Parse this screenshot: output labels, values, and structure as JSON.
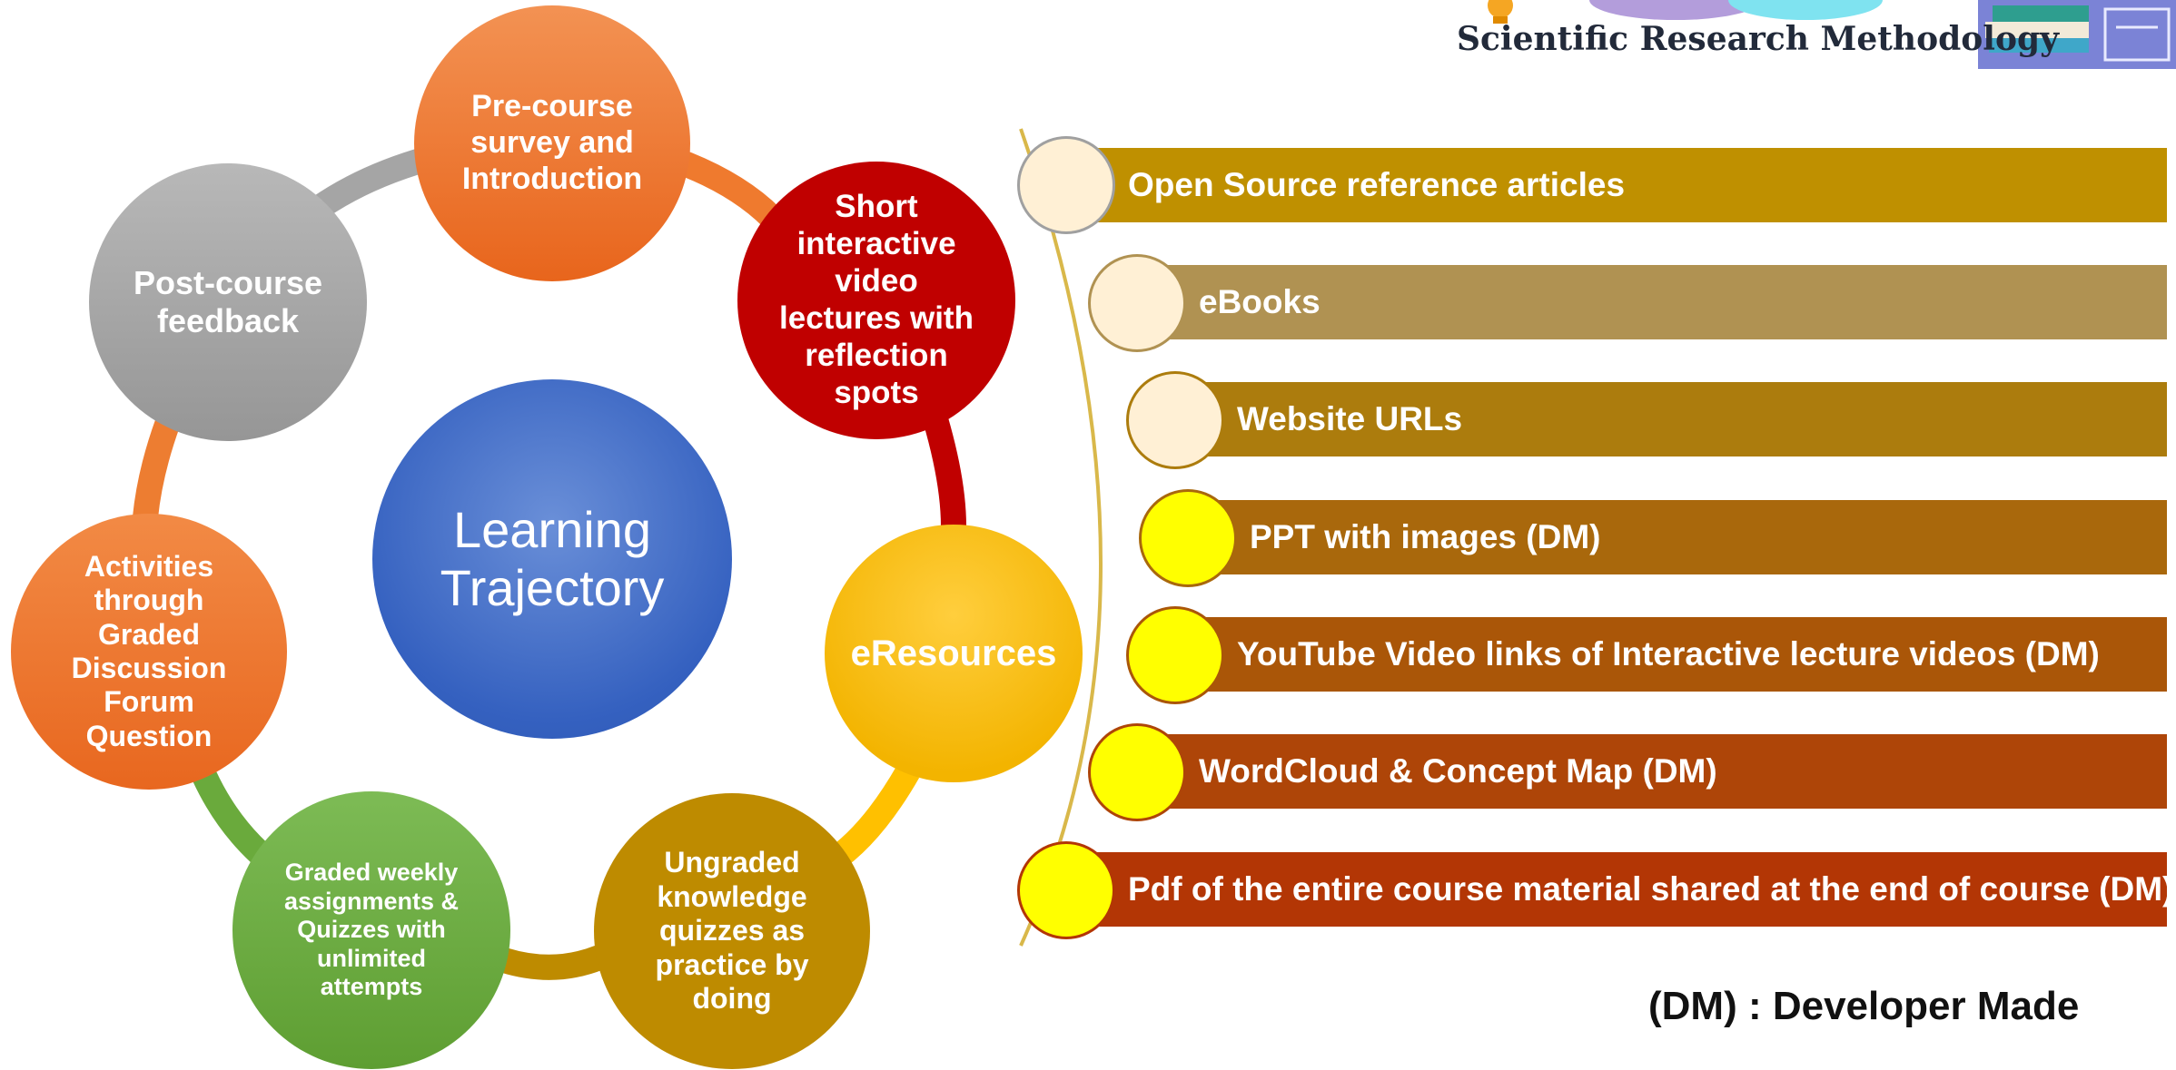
{
  "header": {
    "title": "Scientific Research Methodology"
  },
  "trajectory": {
    "center": "Learning Trajectory",
    "nodes": [
      {
        "id": "pre-course",
        "label": "Pre-course survey and Introduction",
        "color": "#EF7A2E"
      },
      {
        "id": "short-video",
        "label": "Short interactive video lectures with reflection spots",
        "color": "#C00000"
      },
      {
        "id": "eresources",
        "label": "eResources",
        "color": "#FBB90F"
      },
      {
        "id": "ungraded-quizzes",
        "label": "Ungraded knowledge quizzes as practice by doing",
        "color": "#BE8B00"
      },
      {
        "id": "graded-assignments",
        "label": "Graded weekly assignments & Quizzes  with unlimited attempts",
        "color": "#6AAA3C"
      },
      {
        "id": "activities",
        "label": "Activities through Graded Discussion Forum Question",
        "color": "#ED7D31"
      },
      {
        "id": "post-course",
        "label": "Post-course feedback",
        "color": "#A5A5A5"
      }
    ]
  },
  "eresources_list": [
    {
      "label": "Open Source reference articles",
      "bar_color": "#BF9000",
      "bullet_color": "#FFF0D5"
    },
    {
      "label": "eBooks",
      "bar_color": "#B09252",
      "bullet_color": "#FFF0D5"
    },
    {
      "label": "Website URLs",
      "bar_color": "#AC7C0D",
      "bullet_color": "#FFF0D5"
    },
    {
      "label": "PPT with images (DM)",
      "bar_color": "#A9680C",
      "bullet_color": "#FFFF00"
    },
    {
      "label": "YouTube Video links of Interactive lecture videos (DM)",
      "bar_color": "#AA5608",
      "bullet_color": "#FFFF00"
    },
    {
      "label": "WordCloud & Concept Map (DM)",
      "bar_color": "#AE4508",
      "bullet_color": "#FFFF00"
    },
    {
      "label": "Pdf of the entire course material shared at the end of course (DM)",
      "bar_color": "#B33605",
      "bullet_color": "#FFFF00"
    }
  ],
  "footnote": "(DM) : Developer Made"
}
